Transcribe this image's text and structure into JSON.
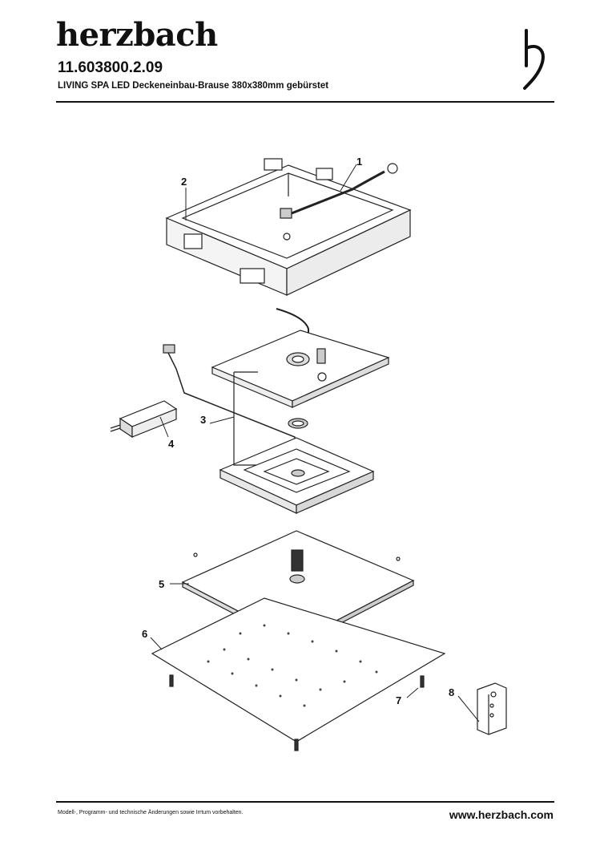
{
  "header": {
    "brand": "herzbach",
    "article_number": "11.603800.2.09",
    "description": "LIVING SPA LED Deckeneinbau-Brause 380x380mm gebürstet"
  },
  "drawing": {
    "callouts": [
      "1",
      "2",
      "3",
      "4",
      "5",
      "6",
      "7",
      "8"
    ]
  },
  "footer": {
    "disclaimer": "Modell-, Programm- und technische Änderungen sowie Irrtum vorbehalten.",
    "website": "www.herzbach.com"
  }
}
